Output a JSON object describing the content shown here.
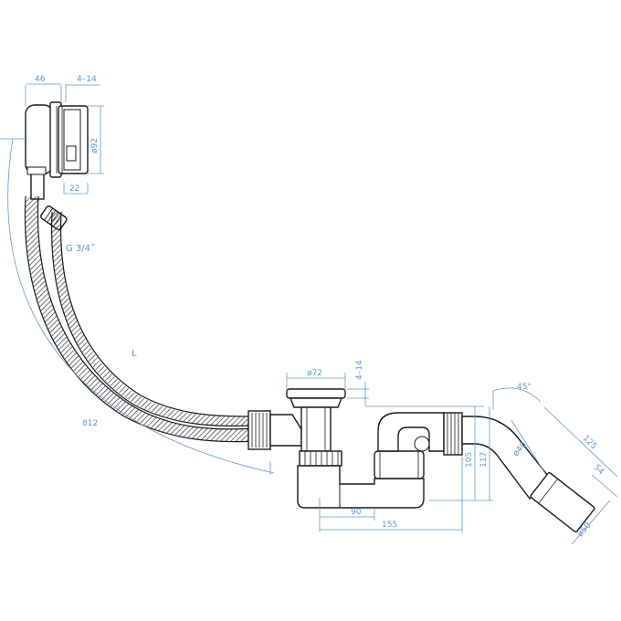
{
  "colors": {
    "outline": "#1a1a1a",
    "dimension": "#5b9bd5"
  },
  "labels": {
    "thread": "G 3/4˝",
    "length": "L"
  },
  "dimensions": {
    "overflow_depth": "46",
    "wall_range_top": "4–14",
    "overflow_diameter": "ø92",
    "overflow_inner": "22",
    "hose_length": "812",
    "drain_diameter": "ø72",
    "wall_range_drain": "4–14",
    "trap_height_105": "105",
    "trap_height_117": "117",
    "trap_offset_90": "90",
    "trap_offset_155": "155",
    "outlet_angle": "45°",
    "outlet_length_125": "125",
    "outlet_diameter_40": "ø40",
    "outlet_length_54": "54",
    "outlet_diameter_50": "ø50"
  }
}
